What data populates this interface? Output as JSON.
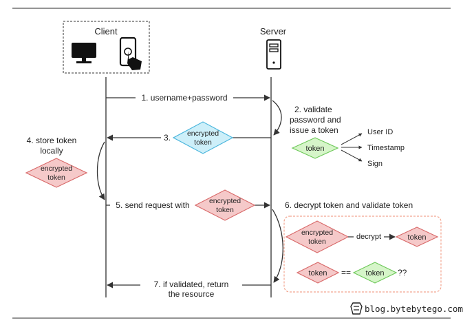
{
  "actors": {
    "client": "Client",
    "server": "Server"
  },
  "steps": {
    "s1": "1. username+password",
    "s2": [
      "2. validate",
      "password and",
      "issue a token"
    ],
    "s3": "3.",
    "s4": [
      "4. store token",
      "locally"
    ],
    "s5": "5. send request with",
    "s6": "6. decrypt token and validate token",
    "s7": [
      "7. if validated, return",
      "the resource"
    ]
  },
  "tokens": {
    "encrypted": [
      "encrypted",
      "token"
    ],
    "plain": "token"
  },
  "token_fields": [
    "User ID",
    "Timestamp",
    "Sign"
  ],
  "validation": {
    "decrypt_label": "decrypt",
    "equals": "==",
    "question": "??"
  },
  "footer": {
    "brand": "blog.bytebytego.com"
  },
  "colors": {
    "encrypted_blue_fill": "#cdeff9",
    "encrypted_blue_stroke": "#4bb6dd",
    "encrypted_red_fill": "#f5c9c9",
    "encrypted_red_stroke": "#d96b6b",
    "token_green_fill": "#d6f5c9",
    "token_green_stroke": "#6fc95b",
    "validate_box_stroke": "#f2a58f"
  },
  "icons": [
    "monitor-icon",
    "smartphone-touch-icon",
    "server-icon",
    "bytebytego-logo-icon"
  ]
}
